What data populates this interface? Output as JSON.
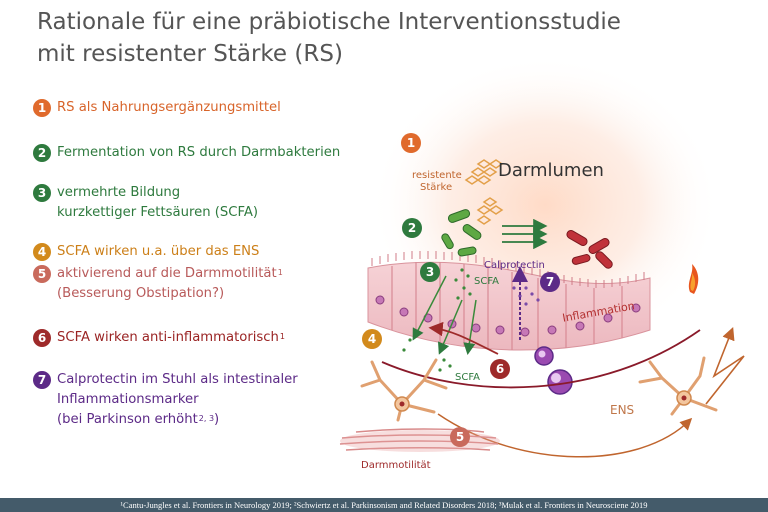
{
  "title": {
    "line1": "Rationale für eine präbiotische Interventionsstudie",
    "line2": "mit resistenter Stärke (RS)"
  },
  "legend": [
    {
      "num": "1",
      "lines": [
        "RS als Nahrungsergänzungsmittel"
      ]
    },
    {
      "num": "2",
      "lines": [
        "Fermentation von RS durch Darmbakterien"
      ]
    },
    {
      "num": "3",
      "lines": [
        "vermehrte Bildung",
        "kurzkettiger Fettsäuren (SCFA)"
      ]
    },
    {
      "num": "4",
      "lines": [
        "SCFA wirken u.a. über das ENS"
      ]
    },
    {
      "num": "5",
      "lines": [
        "aktivierend auf die Darmmotilität",
        "(Besserung Obstipation?)"
      ],
      "sup": "1"
    },
    {
      "num": "6",
      "lines": [
        "SCFA wirken anti-inflammatorisch"
      ],
      "sup": "1"
    },
    {
      "num": "7",
      "lines": [
        "Calprotectin im Stuhl als intestinaler",
        "Inflammationsmarker",
        "(bei Parkinson erhöht"
      ],
      "sup": "2, 3",
      "suffix": ")"
    }
  ],
  "diagram": {
    "lumen_label": "Darmlumen",
    "rs_label_1": "resistente",
    "rs_label_2": "Stärke",
    "scfa_label": "SCFA",
    "calprotectin_label": "Calprotectin",
    "inflammation_label": "Inflammation",
    "ens_label": "ENS",
    "motility_label": "Darmmotilität",
    "badges": [
      "1",
      "2",
      "3",
      "4",
      "5",
      "6",
      "7"
    ]
  },
  "colors": {
    "orange": "#e06a2c",
    "green": "#2e7a3e",
    "amber": "#d28a1c",
    "rose": "#c96a5c",
    "darkred": "#9e2a2a",
    "purple": "#5c2a87",
    "footer_bg": "#445b6a"
  },
  "footer": "¹Cantu-Jungles et al. Frontiers in Neurology 2019;  ²Schwiertz et al. Parkinsonism and Related Disorders 2018;  ³Mulak et al. Frontiers in Neurosciene 2019"
}
